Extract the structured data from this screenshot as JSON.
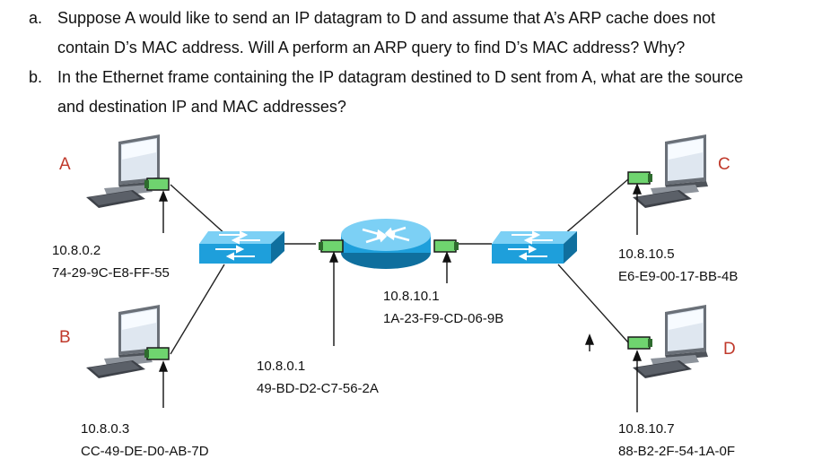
{
  "questions": [
    {
      "marker": "a.",
      "lines": [
        "Suppose A would like to send an IP datagram to D and assume that A’s ARP cache does not",
        "contain D’s MAC address. Will A perform an ARP query to find D’s MAC address? Why?"
      ]
    },
    {
      "marker": "b.",
      "lines": [
        "In the Ethernet frame containing the IP datagram destined to D sent from A, what are the source",
        "and destination IP and MAC addresses?"
      ]
    }
  ],
  "hosts": {
    "A": {
      "name": "A",
      "ip": "10.8.0.2",
      "mac": "74-29-9C-E8-FF-55"
    },
    "B": {
      "name": "B",
      "ip": "10.8.0.3",
      "mac": "CC-49-DE-D0-AB-7D"
    },
    "C": {
      "name": "C",
      "ip": "10.8.10.5",
      "mac": "E6-E9-00-17-BB-4B"
    },
    "D": {
      "name": "D",
      "ip": "10.8.10.7",
      "mac": "88-B2-2F-54-1A-0F"
    }
  },
  "router": {
    "left_interface": {
      "ip": "10.8.0.1",
      "mac": "49-BD-D2-C7-56-2A"
    },
    "right_interface": {
      "ip": "10.8.10.1",
      "mac": "1A-23-F9-CD-06-9B"
    }
  },
  "colors": {
    "switch": "#1e9fdb",
    "router": "#1e9fdb",
    "interface": "#6fd46f",
    "host_label": "#c0392b"
  },
  "icons": [
    "computer-icon",
    "switch-icon",
    "router-icon",
    "interface-icon",
    "arrow-up-icon"
  ]
}
